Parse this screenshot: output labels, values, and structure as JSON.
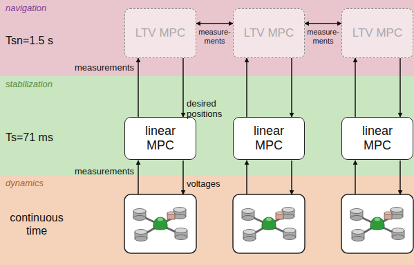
{
  "diagram": {
    "nodes": [
      {
        "text": [
          "navigation"
        ]
      },
      {
        "text": [
          "stabilization"
        ]
      },
      {
        "text": [
          "dynamics"
        ]
      },
      {
        "text": [
          "LTV MPC"
        ],
        "in": 0
      },
      {
        "text": [
          "LTV MPC"
        ],
        "in": 0
      },
      {
        "text": [
          "LTV MPC"
        ],
        "in": 0
      },
      {
        "text": [
          "linear MPC"
        ],
        "in": 1
      },
      {
        "text": [
          "linear MPC"
        ],
        "in": 1
      },
      {
        "text": [
          "linear MPC"
        ],
        "in": 1
      }
    ],
    "edges": [
      {
        "from": 3,
        "to": 4,
        "label": "measure- ments",
        "arrow": "both"
      },
      {
        "from": 4,
        "to": 5,
        "label": "measure- ments",
        "arrow": "both"
      },
      {
        "from": 6,
        "to": 3,
        "label": "measurements",
        "arrow": "to"
      },
      {
        "from": 3,
        "to": 6,
        "label": "desired positions",
        "arrow": "to"
      },
      {
        "from": 7,
        "to": 4,
        "arrow": "to"
      },
      {
        "from": 4,
        "to": 7,
        "arrow": "to"
      },
      {
        "from": 8,
        "to": 5,
        "arrow": "to"
      },
      {
        "from": 5,
        "to": 8,
        "arrow": "to"
      }
    ],
    "labels": [
      "Tsn=1.5 s",
      "Ts=71 ms",
      "continuous time",
      "measurements",
      "voltages"
    ]
  }
}
